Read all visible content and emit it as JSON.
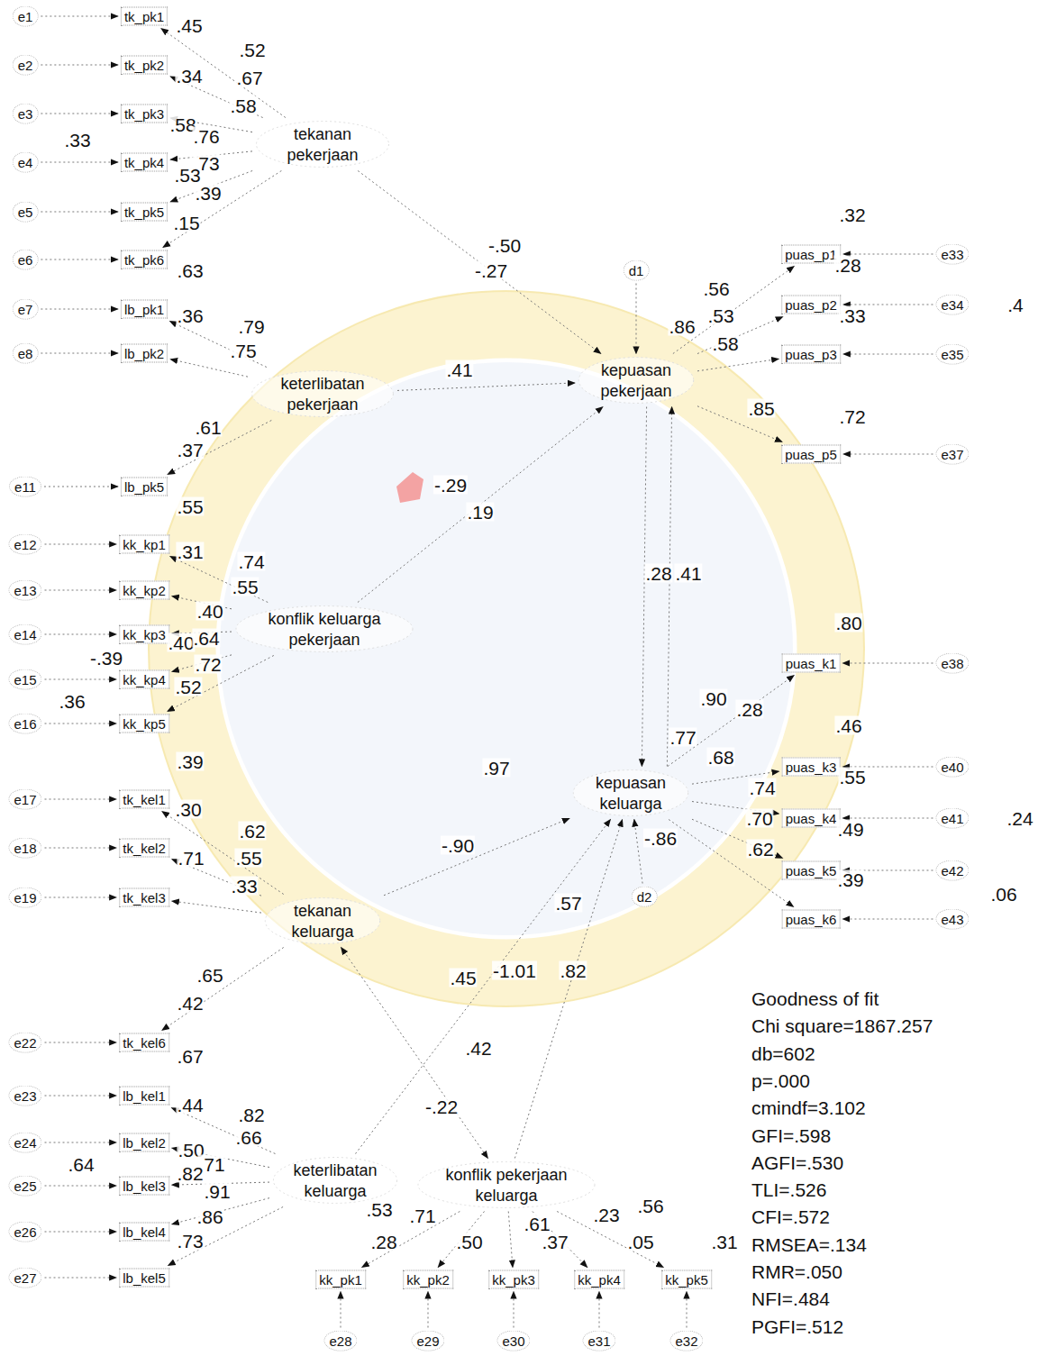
{
  "diagram": {
    "nodes": [
      {
        "text": [
          "tekanan pekerjaan"
        ]
      },
      {
        "text": [
          "keterlibatan pekerjaan"
        ]
      },
      {
        "text": [
          "konflik keluarga pekerjaan"
        ]
      },
      {
        "text": [
          "tekanan keluarga"
        ]
      },
      {
        "text": [
          "keterlibatan keluarga"
        ]
      },
      {
        "text": [
          "konflik pekerjaan keluarga"
        ]
      },
      {
        "text": [
          "kepuasan pekerjaan"
        ]
      },
      {
        "text": [
          "kepuasan keluarga"
        ]
      },
      {
        "text": [
          "d1"
        ]
      },
      {
        "text": [
          "d2"
        ]
      },
      {
        "text": [
          "tk_pk1"
        ]
      },
      {
        "text": [
          "tk_pk2"
        ]
      },
      {
        "text": [
          "tk_pk3"
        ]
      },
      {
        "text": [
          "tk_pk4"
        ]
      },
      {
        "text": [
          "tk_pk5"
        ]
      },
      {
        "text": [
          "tk_pk6"
        ]
      },
      {
        "text": [
          "lb_pk1"
        ]
      },
      {
        "text": [
          "lb_pk2"
        ]
      },
      {
        "text": [
          "lb_pk5"
        ]
      },
      {
        "text": [
          "kk_kp1"
        ]
      },
      {
        "text": [
          "kk_kp2"
        ]
      },
      {
        "text": [
          "kk_kp3"
        ]
      },
      {
        "text": [
          "kk_kp4"
        ]
      },
      {
        "text": [
          "kk_kp5"
        ]
      },
      {
        "text": [
          "tk_kel1"
        ]
      },
      {
        "text": [
          "tk_kel2"
        ]
      },
      {
        "text": [
          "tk_kel3"
        ]
      },
      {
        "text": [
          "tk_kel6"
        ]
      },
      {
        "text": [
          "lb_kel1"
        ]
      },
      {
        "text": [
          "lb_kel2"
        ]
      },
      {
        "text": [
          "lb_kel3"
        ]
      },
      {
        "text": [
          "lb_kel4"
        ]
      },
      {
        "text": [
          "lb_kel5"
        ]
      },
      {
        "text": [
          "e1"
        ]
      },
      {
        "text": [
          "e2"
        ]
      },
      {
        "text": [
          "e3"
        ]
      },
      {
        "text": [
          "e4"
        ]
      },
      {
        "text": [
          "e5"
        ]
      },
      {
        "text": [
          "e6"
        ]
      },
      {
        "text": [
          "e7"
        ]
      },
      {
        "text": [
          "e8"
        ]
      },
      {
        "text": [
          "e11"
        ]
      },
      {
        "text": [
          "e12"
        ]
      },
      {
        "text": [
          "e13"
        ]
      },
      {
        "text": [
          "e14"
        ]
      },
      {
        "text": [
          "e15"
        ]
      },
      {
        "text": [
          "e16"
        ]
      },
      {
        "text": [
          "e17"
        ]
      },
      {
        "text": [
          "e18"
        ]
      },
      {
        "text": [
          "e19"
        ]
      },
      {
        "text": [
          "e22"
        ]
      },
      {
        "text": [
          "e23"
        ]
      },
      {
        "text": [
          "e24"
        ]
      },
      {
        "text": [
          "e25"
        ]
      },
      {
        "text": [
          "e26"
        ]
      },
      {
        "text": [
          "e27"
        ]
      },
      {
        "text": [
          "puas_p1"
        ]
      },
      {
        "text": [
          "puas_p2"
        ]
      },
      {
        "text": [
          "puas_p3"
        ]
      },
      {
        "text": [
          "puas_p5"
        ]
      },
      {
        "text": [
          "puas_k1"
        ]
      },
      {
        "text": [
          "puas_k3"
        ]
      },
      {
        "text": [
          "puas_k4"
        ]
      },
      {
        "text": [
          "puas_k5"
        ]
      },
      {
        "text": [
          "puas_k6"
        ]
      },
      {
        "text": [
          "e33"
        ]
      },
      {
        "text": [
          "e34"
        ]
      },
      {
        "text": [
          "e35"
        ]
      },
      {
        "text": [
          "e37"
        ]
      },
      {
        "text": [
          "e38"
        ]
      },
      {
        "text": [
          "e40"
        ]
      },
      {
        "text": [
          "e41"
        ]
      },
      {
        "text": [
          "e42"
        ]
      },
      {
        "text": [
          "e43"
        ]
      },
      {
        "text": [
          "kk_pk1"
        ]
      },
      {
        "text": [
          "kk_pk2"
        ]
      },
      {
        "text": [
          "kk_pk3"
        ]
      },
      {
        "text": [
          "kk_pk4"
        ]
      },
      {
        "text": [
          "kk_pk5"
        ]
      },
      {
        "text": [
          "e28"
        ]
      },
      {
        "text": [
          "e29"
        ]
      },
      {
        "text": [
          "e30"
        ]
      },
      {
        "text": [
          "e31"
        ]
      },
      {
        "text": [
          "e32"
        ]
      }
    ],
    "edges": [
      {
        "from": 33,
        "to": 10,
        "arrow": "to"
      },
      {
        "from": 34,
        "to": 11,
        "arrow": "to"
      },
      {
        "from": 35,
        "to": 12,
        "arrow": "to"
      },
      {
        "from": 36,
        "to": 13,
        "arrow": "to"
      },
      {
        "from": 37,
        "to": 14,
        "arrow": "to"
      },
      {
        "from": 38,
        "to": 15,
        "arrow": "to"
      },
      {
        "from": 39,
        "to": 16,
        "arrow": "to"
      },
      {
        "from": 40,
        "to": 17,
        "arrow": "to"
      },
      {
        "from": 41,
        "to": 18,
        "arrow": "to"
      },
      {
        "from": 42,
        "to": 19,
        "arrow": "to"
      },
      {
        "from": 43,
        "to": 20,
        "arrow": "to"
      },
      {
        "from": 44,
        "to": 21,
        "arrow": "to"
      },
      {
        "from": 45,
        "to": 22,
        "arrow": "to"
      },
      {
        "from": 46,
        "to": 23,
        "arrow": "to"
      },
      {
        "from": 47,
        "to": 24,
        "arrow": "to"
      },
      {
        "from": 48,
        "to": 25,
        "arrow": "to"
      },
      {
        "from": 49,
        "to": 26,
        "arrow": "to"
      },
      {
        "from": 50,
        "to": 27,
        "arrow": "to"
      },
      {
        "from": 51,
        "to": 28,
        "arrow": "to"
      },
      {
        "from": 52,
        "to": 29,
        "arrow": "to"
      },
      {
        "from": 53,
        "to": 30,
        "arrow": "to"
      },
      {
        "from": 54,
        "to": 31,
        "arrow": "to"
      },
      {
        "from": 55,
        "to": 32,
        "arrow": "to"
      },
      {
        "from": 65,
        "to": 56,
        "arrow": "to"
      },
      {
        "from": 66,
        "to": 57,
        "arrow": "to"
      },
      {
        "from": 67,
        "to": 58,
        "arrow": "to"
      },
      {
        "from": 68,
        "to": 59,
        "arrow": "to"
      },
      {
        "from": 69,
        "to": 60,
        "arrow": "to"
      },
      {
        "from": 70,
        "to": 61,
        "arrow": "to"
      },
      {
        "from": 71,
        "to": 62,
        "arrow": "to"
      },
      {
        "from": 72,
        "to": 63,
        "arrow": "to"
      },
      {
        "from": 73,
        "to": 64,
        "arrow": "to"
      },
      {
        "from": 79,
        "to": 74,
        "arrow": "to"
      },
      {
        "from": 80,
        "to": 75,
        "arrow": "to"
      },
      {
        "from": 81,
        "to": 76,
        "arrow": "to"
      },
      {
        "from": 82,
        "to": 77,
        "arrow": "to"
      },
      {
        "from": 83,
        "to": 78,
        "arrow": "to"
      },
      {
        "from": 0,
        "to": 10,
        "arrow": "to"
      },
      {
        "from": 0,
        "to": 11,
        "arrow": "to"
      },
      {
        "from": 0,
        "to": 12,
        "arrow": "to"
      },
      {
        "from": 0,
        "to": 13,
        "arrow": "to"
      },
      {
        "from": 0,
        "to": 14,
        "arrow": "to"
      },
      {
        "from": 0,
        "to": 15,
        "arrow": "to"
      },
      {
        "from": 1,
        "to": 16,
        "arrow": "to"
      },
      {
        "from": 1,
        "to": 17,
        "arrow": "to"
      },
      {
        "from": 1,
        "to": 18,
        "arrow": "to"
      },
      {
        "from": 2,
        "to": 19,
        "arrow": "to"
      },
      {
        "from": 2,
        "to": 20,
        "arrow": "to"
      },
      {
        "from": 2,
        "to": 21,
        "arrow": "to"
      },
      {
        "from": 2,
        "to": 22,
        "arrow": "to"
      },
      {
        "from": 2,
        "to": 23,
        "arrow": "to"
      },
      {
        "from": 3,
        "to": 24,
        "arrow": "to"
      },
      {
        "from": 3,
        "to": 25,
        "arrow": "to"
      },
      {
        "from": 3,
        "to": 26,
        "arrow": "to"
      },
      {
        "from": 3,
        "to": 27,
        "arrow": "to"
      },
      {
        "from": 4,
        "to": 28,
        "arrow": "to"
      },
      {
        "from": 4,
        "to": 29,
        "arrow": "to"
      },
      {
        "from": 4,
        "to": 30,
        "arrow": "to"
      },
      {
        "from": 4,
        "to": 31,
        "arrow": "to"
      },
      {
        "from": 4,
        "to": 32,
        "arrow": "to"
      },
      {
        "from": 5,
        "to": 74,
        "arrow": "to"
      },
      {
        "from": 5,
        "to": 75,
        "arrow": "to"
      },
      {
        "from": 5,
        "to": 76,
        "arrow": "to"
      },
      {
        "from": 5,
        "to": 77,
        "arrow": "to"
      },
      {
        "from": 5,
        "to": 78,
        "arrow": "to"
      },
      {
        "from": 6,
        "to": 56,
        "arrow": "to"
      },
      {
        "from": 6,
        "to": 57,
        "arrow": "to"
      },
      {
        "from": 6,
        "to": 58,
        "arrow": "to"
      },
      {
        "from": 6,
        "to": 59,
        "arrow": "to"
      },
      {
        "from": 7,
        "to": 60,
        "arrow": "to"
      },
      {
        "from": 7,
        "to": 61,
        "arrow": "to"
      },
      {
        "from": 7,
        "to": 62,
        "arrow": "to"
      },
      {
        "from": 7,
        "to": 63,
        "arrow": "to"
      },
      {
        "from": 7,
        "to": 64,
        "arrow": "to"
      },
      {
        "from": 0,
        "to": 6,
        "arrow": "to"
      },
      {
        "from": 1,
        "to": 6,
        "arrow": "to"
      },
      {
        "from": 2,
        "to": 6,
        "arrow": "to"
      },
      {
        "from": 3,
        "to": 7,
        "arrow": "to"
      },
      {
        "from": 4,
        "to": 7,
        "arrow": "to"
      },
      {
        "from": 5,
        "to": 7,
        "arrow": "to"
      },
      {
        "from": 6,
        "to": 7,
        "arrow": "to"
      },
      {
        "from": 7,
        "to": 6,
        "arrow": "to"
      },
      {
        "from": 8,
        "to": 6,
        "arrow": "to"
      },
      {
        "from": 9,
        "to": 7,
        "arrow": "to"
      },
      {
        "from": 3,
        "to": 5,
        "arrow": "both"
      }
    ],
    "labels": [
      ".45",
      ".52",
      ".34",
      ".67",
      ".58",
      ".58",
      ".76",
      ".33",
      ".73",
      ".53",
      ".39",
      ".15",
      ".63",
      ".36",
      ".79",
      ".75",
      "-.50",
      "-.27",
      ".41",
      ".56",
      ".53",
      ".86",
      ".58",
      ".32",
      ".28",
      ".33",
      ".4",
      ".85",
      ".72",
      ".61",
      ".37",
      "-.29",
      ".19",
      ".55",
      ".31",
      ".74",
      ".55",
      ".40",
      ".40",
      ".64",
      "-.39",
      ".72",
      ".52",
      ".36",
      ".28",
      ".41",
      ".80",
      ".46",
      ".90",
      ".28",
      ".77",
      ".68",
      ".55",
      ".74",
      ".70",
      ".49",
      ".62",
      ".39",
      ".24",
      ".06",
      ".39",
      ".30",
      ".62",
      ".71",
      ".55",
      ".33",
      ".97",
      "-.90",
      "-.86",
      ".57",
      ".65",
      ".42",
      ".45",
      "-1.01",
      ".82",
      ".67",
      ".42",
      ".44",
      ".82",
      ".66",
      "-.22",
      ".50",
      ".64",
      ".71",
      ".82",
      ".91",
      ".86",
      ".73",
      ".53",
      ".71",
      ".28",
      ".50",
      ".61",
      ".37",
      ".23",
      ".56",
      ".05",
      ".31",
      "Goodness of fit",
      "Chi square=1867.257",
      "db=602",
      "p=.000",
      "cmindf=3.102",
      "GFI=.598",
      "AGFI=.530",
      "TLI=.526",
      "CFI=.572",
      "RMSEA=.134",
      "RMR=.050",
      "NFI=.484",
      "PGFI=.512"
    ]
  }
}
